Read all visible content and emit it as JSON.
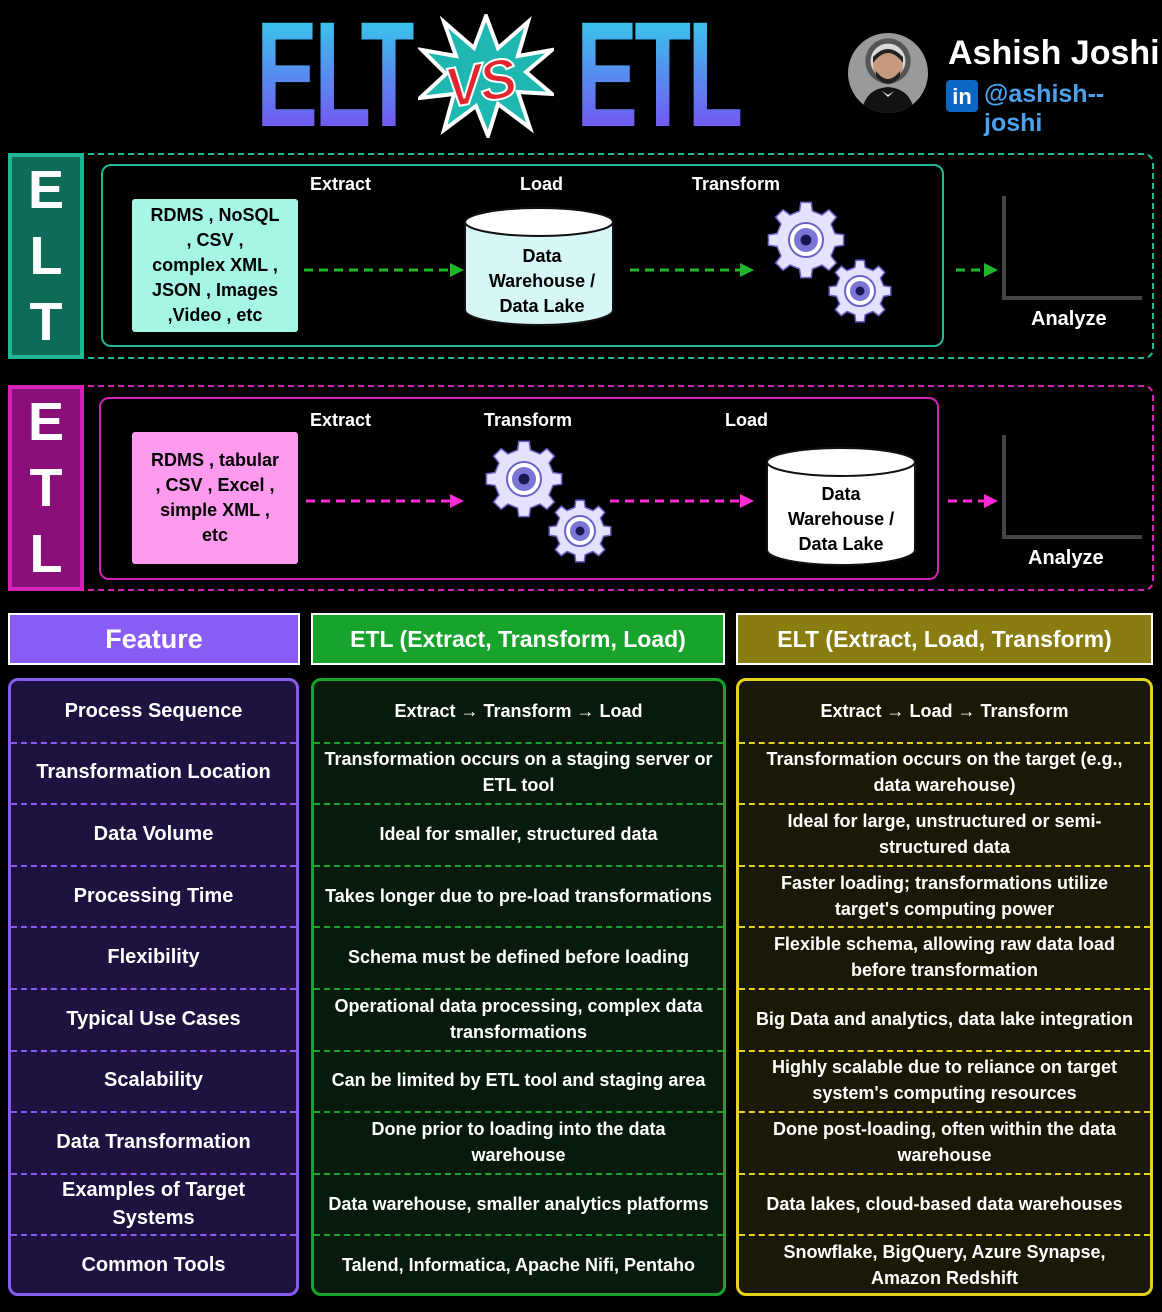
{
  "header": {
    "word_left": "ELT",
    "vs": "VS",
    "word_right": "ETL",
    "author_name": "Ashish Joshi",
    "linkedin_badge": "in",
    "linkedin_handle": "@ashish--joshi",
    "icons": [
      "linkedin-icon",
      "avatar-photo",
      "starburst-icon"
    ]
  },
  "elt_flow": {
    "side_letters": [
      "E",
      "L",
      "T"
    ],
    "steps": [
      "Extract",
      "Load",
      "Transform"
    ],
    "source": [
      "RDMS , NoSQL",
      ", CSV ,",
      "complex XML ,",
      "JSON , Images",
      ",Video , etc"
    ],
    "storage": [
      "Data",
      "Warehouse /",
      "Data Lake"
    ],
    "analyze": "Analyze",
    "color": "#1fb896",
    "source_bg": "#a6f6e6",
    "arrow_color": "#1fb82a"
  },
  "etl_flow": {
    "side_letters": [
      "E",
      "T",
      "L"
    ],
    "steps": [
      "Extract",
      "Transform",
      "Load"
    ],
    "source": [
      "RDMS , tabular",
      ", CSV , Excel ,",
      "simple XML ,",
      "etc"
    ],
    "storage": [
      "Data",
      "Warehouse /",
      "Data Lake"
    ],
    "analyze": "Analyze",
    "color": "#d421b6",
    "source_bg": "#ff9bef",
    "arrow_color": "#ff2bd6"
  },
  "table": {
    "headers": [
      "Feature",
      "ETL (Extract, Transform, Load)",
      "ELT (Extract, Load, Transform)"
    ],
    "colors": {
      "feature": "#8a5cf6",
      "etl": "#17a32c",
      "elt": "#8a7d10"
    },
    "rows": [
      {
        "feature": "Process Sequence",
        "etl": "Extract → Transform → Load",
        "elt": "Extract → Load → Transform"
      },
      {
        "feature": "Transformation Location",
        "etl": "Transformation occurs on a staging server or ETL tool",
        "elt": "Transformation occurs on the target (e.g., data warehouse)"
      },
      {
        "feature": "Data Volume",
        "etl": "Ideal for smaller, structured data",
        "elt": "Ideal for large, unstructured or semi-structured data"
      },
      {
        "feature": "Processing Time",
        "etl": "Takes longer due to pre-load transformations",
        "elt": "Faster loading; transformations utilize target's computing power"
      },
      {
        "feature": "Flexibility",
        "etl": "Schema must be defined before loading",
        "elt": "Flexible schema, allowing raw data load before transformation"
      },
      {
        "feature": "Typical Use Cases",
        "etl": "Operational data processing, complex data transformations",
        "elt": "Big Data and analytics, data lake integration"
      },
      {
        "feature": "Scalability",
        "etl": "Can be limited by ETL tool and staging area",
        "elt": "Highly scalable due to reliance on target system's computing resources"
      },
      {
        "feature": "Data Transformation",
        "etl": "Done prior to loading into the data warehouse",
        "elt": "Done post-loading, often within the data warehouse"
      },
      {
        "feature": "Examples of Target Systems",
        "etl": "Data warehouse, smaller analytics platforms",
        "elt": "Data lakes, cloud-based data warehouses"
      },
      {
        "feature": "Common Tools",
        "etl": "Talend, Informatica, Apache Nifi, Pentaho",
        "elt": "Snowflake, BigQuery, Azure Synapse, Amazon Redshift"
      }
    ]
  }
}
